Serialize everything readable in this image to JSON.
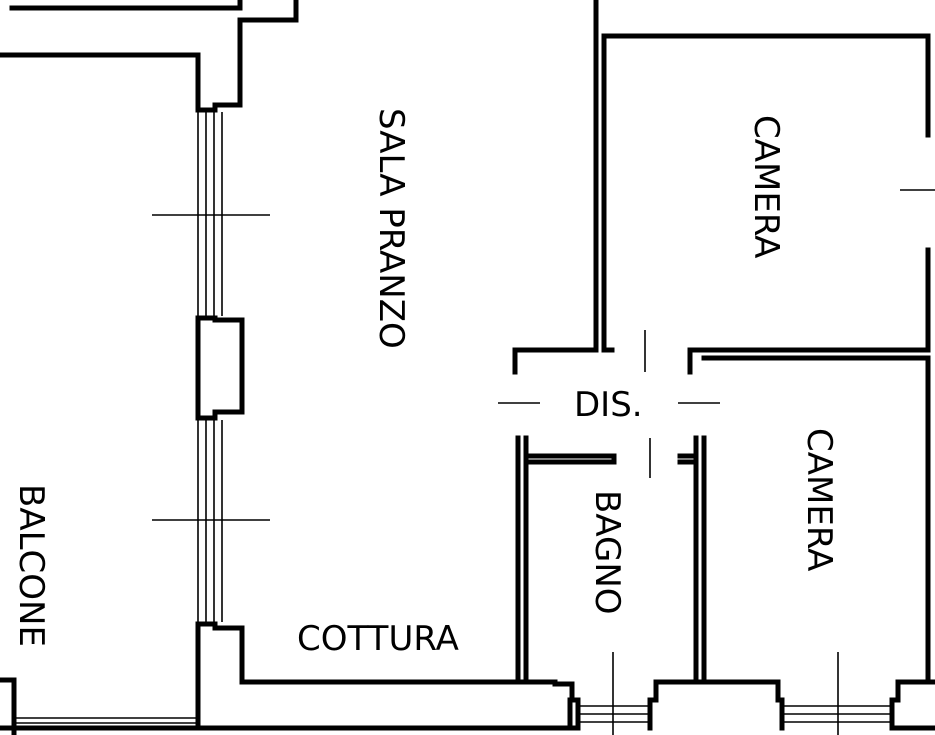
{
  "floor_plan": {
    "rooms": {
      "sala_pranzo": "SALA PRANZO",
      "camera_top": "CAMERA",
      "camera_bottom": "CAMERA",
      "disimpegno": "DIS.",
      "bagno": "BAGNO",
      "cottura": "COTTURA",
      "balcone": "BALCONE"
    },
    "colors": {
      "background": "#ffffff",
      "lines": "#000000"
    }
  }
}
